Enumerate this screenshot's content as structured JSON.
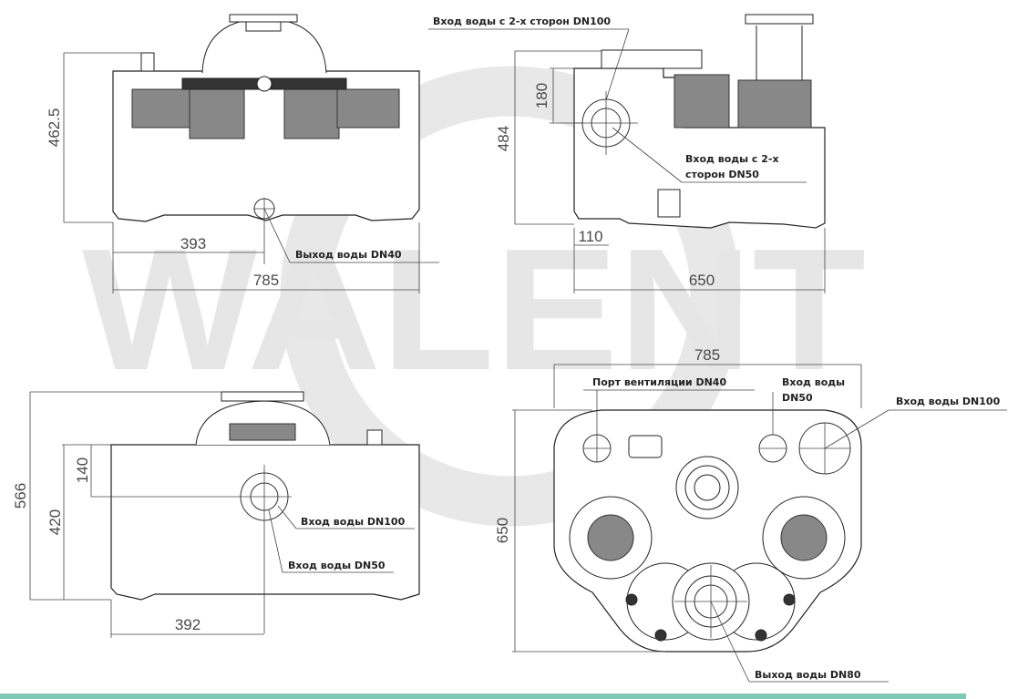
{
  "watermark": "WALENT",
  "accent_color": "#7cc9b5",
  "views": {
    "front": {
      "dim_height": "462.5",
      "dim_outlet_offset": "393",
      "dim_width": "785",
      "outlet_label": "Выход воды DN40"
    },
    "side": {
      "dim_height": "484",
      "dim_inlet_height": "180",
      "dim_offset": "110",
      "dim_width": "650",
      "inlet_dn100_label": "Вход воды с 2-х сторон DN100",
      "inlet_dn50_label_1": "Вход воды с 2-х",
      "inlet_dn50_label_2": "сторон DN50"
    },
    "back": {
      "dim_total_height": "566",
      "dim_body_height": "420",
      "dim_top_offset": "140",
      "dim_width": "392",
      "inlet_dn100_label": "Вход воды DN100",
      "inlet_dn50_label": "Вход воды DN50"
    },
    "top": {
      "dim_width": "785",
      "dim_depth": "650",
      "vent_label": "Порт вентиляции DN40",
      "inlet_dn50_label_1": "Вход воды",
      "inlet_dn50_label_2": "DN50",
      "inlet_dn100_label": "Вход воды DN100",
      "outlet_label": "Выход воды DN80"
    }
  }
}
